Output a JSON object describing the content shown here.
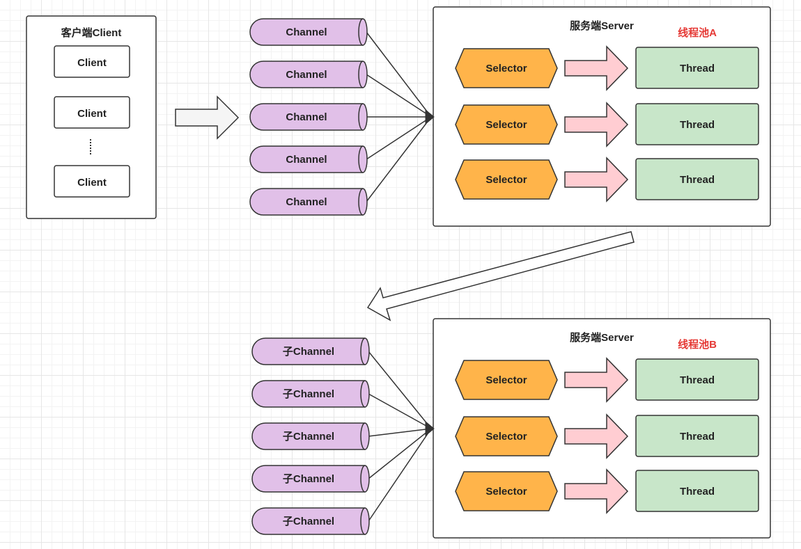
{
  "client_group": {
    "title": "客户端Client",
    "clients": [
      "Client",
      "Client",
      "Client"
    ],
    "ellipsis": "⋮"
  },
  "server_a": {
    "title": "服务端Server",
    "pool_label": "线程池A",
    "channels": [
      "Channel",
      "Channel",
      "Channel",
      "Channel",
      "Channel"
    ],
    "rows": [
      {
        "selector": "Selector",
        "thread": "Thread"
      },
      {
        "selector": "Selector",
        "thread": "Thread"
      },
      {
        "selector": "Selector",
        "thread": "Thread"
      }
    ]
  },
  "server_b": {
    "title": "服务端Server",
    "pool_label": "线程池B",
    "channels": [
      "子Channel",
      "子Channel",
      "子Channel",
      "子Channel",
      "子Channel"
    ],
    "rows": [
      {
        "selector": "Selector",
        "thread": "Thread"
      },
      {
        "selector": "Selector",
        "thread": "Thread"
      },
      {
        "selector": "Selector",
        "thread": "Thread"
      }
    ]
  },
  "colors": {
    "channel_fill": "#e1c0e8",
    "selector_fill": "#ffb44a",
    "thread_fill": "#c8e6c9",
    "arrow_fill": "#ffcdd2",
    "pool_label": "#e53935",
    "stroke": "#333333"
  }
}
